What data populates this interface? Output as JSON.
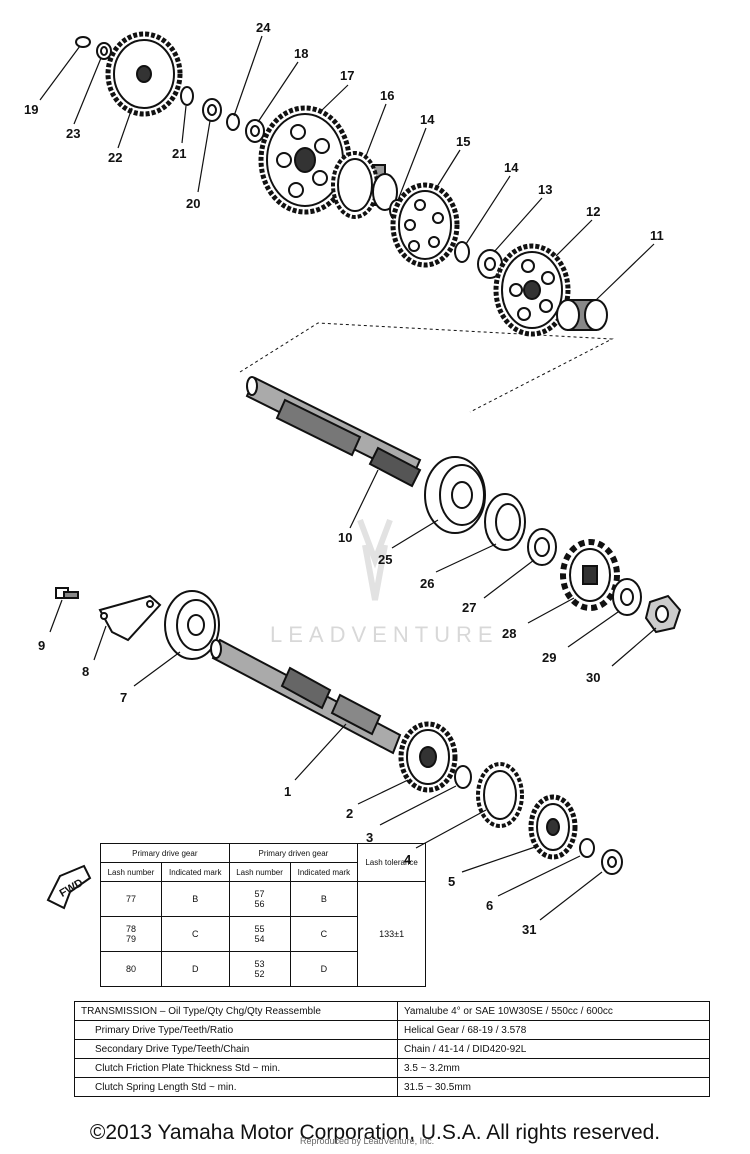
{
  "watermark": "LEADVENTURE",
  "fwd_label": "FWD",
  "callouts": [
    {
      "id": "c1",
      "text": "1"
    },
    {
      "id": "c2",
      "text": "2"
    },
    {
      "id": "c3",
      "text": "3"
    },
    {
      "id": "c4",
      "text": "4"
    },
    {
      "id": "c5",
      "text": "5"
    },
    {
      "id": "c6",
      "text": "6"
    },
    {
      "id": "c7",
      "text": "7"
    },
    {
      "id": "c8",
      "text": "8"
    },
    {
      "id": "c9",
      "text": "9"
    },
    {
      "id": "c10",
      "text": "10"
    },
    {
      "id": "c11",
      "text": "11"
    },
    {
      "id": "c12",
      "text": "12"
    },
    {
      "id": "c13",
      "text": "13"
    },
    {
      "id": "c14a",
      "text": "14"
    },
    {
      "id": "c14b",
      "text": "14"
    },
    {
      "id": "c15",
      "text": "15"
    },
    {
      "id": "c16",
      "text": "16"
    },
    {
      "id": "c17",
      "text": "17"
    },
    {
      "id": "c18",
      "text": "18"
    },
    {
      "id": "c19",
      "text": "19"
    },
    {
      "id": "c20",
      "text": "20"
    },
    {
      "id": "c21",
      "text": "21"
    },
    {
      "id": "c22",
      "text": "22"
    },
    {
      "id": "c23",
      "text": "23"
    },
    {
      "id": "c24",
      "text": "24"
    },
    {
      "id": "c25",
      "text": "25"
    },
    {
      "id": "c26",
      "text": "26"
    },
    {
      "id": "c27",
      "text": "27"
    },
    {
      "id": "c28",
      "text": "28"
    },
    {
      "id": "c29",
      "text": "29"
    },
    {
      "id": "c30",
      "text": "30"
    },
    {
      "id": "c31",
      "text": "31"
    }
  ],
  "lash_table": {
    "group_drive": "Primary drive gear",
    "group_driven": "Primary driven gear",
    "lash_tolerance": "Lash tolerance",
    "col_lash_number": "Lash number",
    "col_indicated_mark": "Indicated mark",
    "col_lash_number2": "Lash number",
    "col_indicated_mark2": "Indicated mark",
    "rows": [
      {
        "drive_lash": "77",
        "drive_mark": "B",
        "driven_lash": "57\n56",
        "driven_mark": "B"
      },
      {
        "drive_lash": "78\n79",
        "drive_mark": "C",
        "driven_lash": "55\n54",
        "driven_mark": "C"
      },
      {
        "drive_lash": "80",
        "drive_mark": "D",
        "driven_lash": "53\n52",
        "driven_mark": "D"
      }
    ],
    "tolerance_value": "133±1"
  },
  "spec_table": [
    {
      "label": "TRANSMISSION – Oil Type/Qty Chg/Qty Reassemble",
      "value": "Yamalube 4° or SAE 10W30SE / 550cc / 600cc"
    },
    {
      "label": "Primary Drive Type/Teeth/Ratio",
      "value": "Helical Gear / 68-19 / 3.578"
    },
    {
      "label": "Secondary Drive Type/Teeth/Chain",
      "value": "Chain / 41-14 / DID420-92L"
    },
    {
      "label": "Clutch Friction Plate Thickness Std ~ min.",
      "value": "3.5 ~ 3.2mm"
    },
    {
      "label": "Clutch Spring Length Std ~ min.",
      "value": "31.5 ~ 30.5mm"
    }
  ],
  "copyright": "©2013 Yamaha Motor Corporation, U.S.A. All rights reserved.",
  "reproduced_note": "Reproduced by LeadVenture, Inc."
}
